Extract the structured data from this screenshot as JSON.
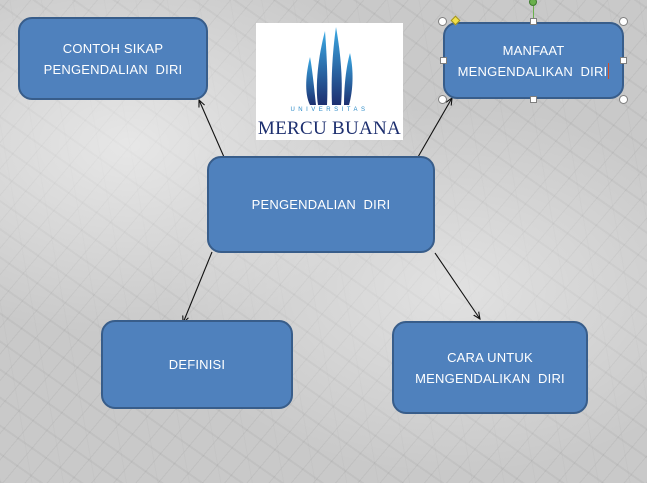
{
  "diagram": {
    "center_node": {
      "lines": [
        "PENGENDALIAN  DIRI"
      ]
    },
    "contoh_node": {
      "lines": [
        "CONTOH SIKAP",
        "PENGENDALIAN  DIRI"
      ]
    },
    "manfaat_node": {
      "lines": [
        "MANFAAT",
        "MENGENDALIKAN  DIRI"
      ],
      "selected": true
    },
    "definisi_node": {
      "lines": [
        "DEFINISI"
      ]
    },
    "cara_node": {
      "lines": [
        "CARA UNTUK",
        "MENGENDALIKAN  DIRI"
      ]
    }
  },
  "logo": {
    "tagline": "UNIVERSITAS",
    "brand": "MERCU BUANA"
  },
  "colors": {
    "node_fill": "#4f81bd",
    "node_border": "#385d8a",
    "node_text": "#ffffff",
    "logo_brand": "#1d2f6f",
    "logo_accent": "#2c8bc8"
  }
}
